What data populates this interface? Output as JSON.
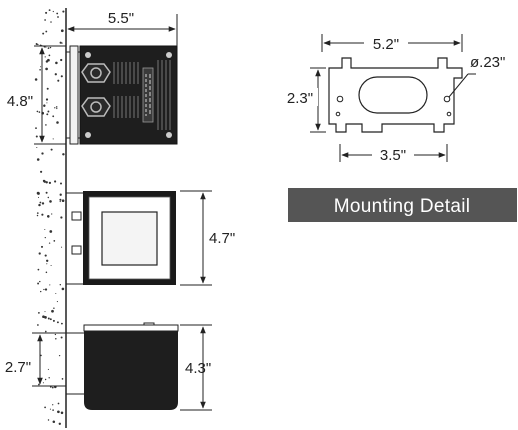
{
  "dimensions": {
    "top_width": "5.5\"",
    "top_height": "4.8\"",
    "front_height": "4.7\"",
    "side_height": "4.3\"",
    "side_offset": "2.7\"",
    "bracket_width": "5.2\"",
    "bracket_height": "2.3\"",
    "bracket_hole_dia": "ø.23\"",
    "bracket_hole_spacing": "3.5\""
  },
  "badge": {
    "label": "Mounting Detail",
    "color": "#555555"
  },
  "icons": {
    "wall": "wall-hatch-icon",
    "top_view": "fixture-top-view-icon",
    "front_view": "fixture-front-view-icon",
    "side_view": "fixture-side-view-icon",
    "bracket": "mounting-bracket-icon"
  }
}
